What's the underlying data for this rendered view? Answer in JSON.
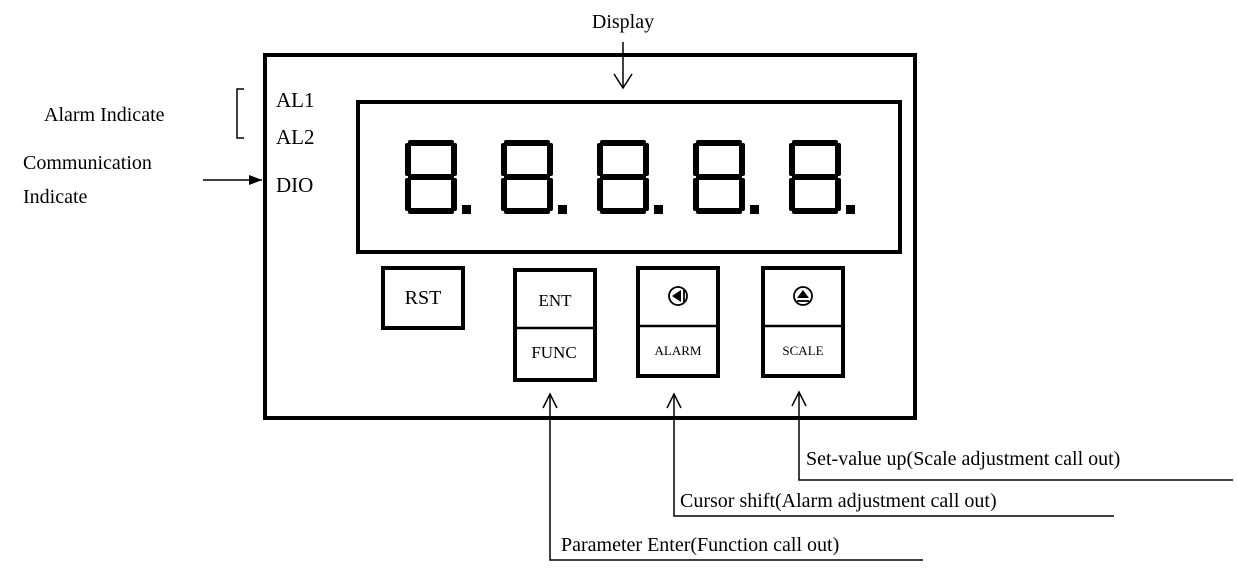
{
  "labels": {
    "display": "Display",
    "alarm_indicate": "Alarm Indicate",
    "communication_line1": "Communication",
    "communication_line2": "Indicate"
  },
  "indicators": {
    "al1": "AL1",
    "al2": "AL2",
    "dio": "DIO"
  },
  "buttons": {
    "rst": "RST",
    "ent": "ENT",
    "func": "FUNC",
    "alarm": "ALARM",
    "scale": "SCALE",
    "left_icon": "left-arrow-icon",
    "up_icon": "eject-up-icon"
  },
  "callouts": {
    "set_value_up": "Set-value up(Scale adjustment call out)",
    "cursor_shift": "Cursor shift(Alarm adjustment call out)",
    "parameter_enter": "Parameter Enter(Function call out)"
  },
  "display": {
    "digits": "8.8.8.8.8.",
    "digit_count": 5,
    "color": "#000000"
  }
}
